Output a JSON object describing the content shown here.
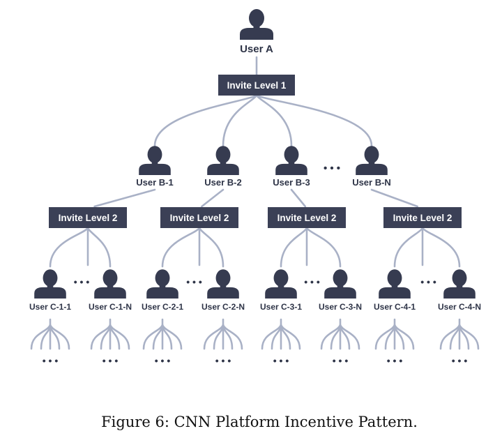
{
  "colors": {
    "person": "#363b50",
    "box": "#3b4056",
    "line": "#a9b1c6",
    "text": "#2e3447"
  },
  "root_user": "User A",
  "level1_label": "Invite Level 1",
  "level2_label": "Invite Level 2",
  "level_b_users": [
    "User B-1",
    "User B-2",
    "User B-3",
    "User B-N"
  ],
  "level_c_users": [
    "User C-1-1",
    "User C-1-N",
    "User C-2-1",
    "User C-2-N",
    "User C-3-1",
    "User C-3-N",
    "User C-4-1",
    "User C-4-N"
  ],
  "ellipsis": "• • •",
  "caption": "Figure 6: CNN Platform Incentive Pattern."
}
